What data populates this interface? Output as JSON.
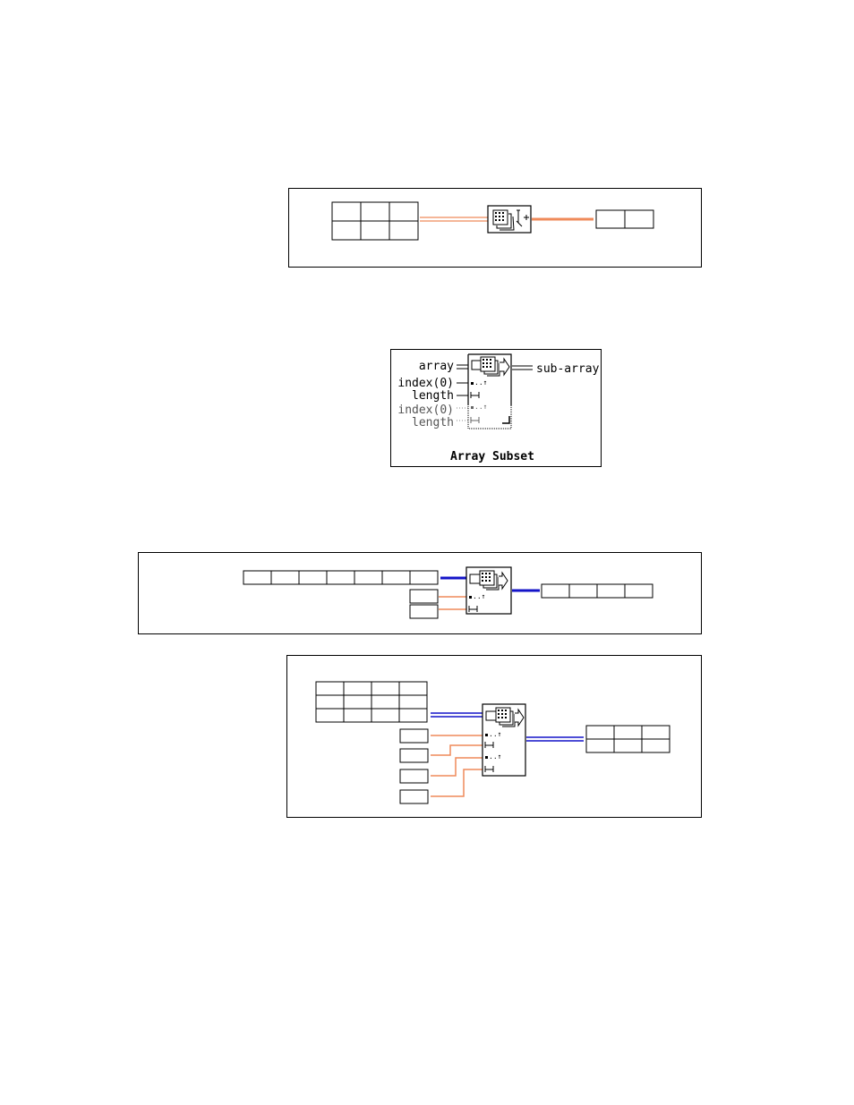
{
  "help_panel": {
    "inputs": [
      "array",
      "index(0)",
      "length",
      "index(0)",
      "length"
    ],
    "output": "sub-array",
    "title": "Array Subset"
  },
  "colors": {
    "numeric_wire": "#ef8a5a",
    "array_wire": "#1414c8"
  },
  "icons": [
    "array-function-icon",
    "array-subset-icon"
  ]
}
